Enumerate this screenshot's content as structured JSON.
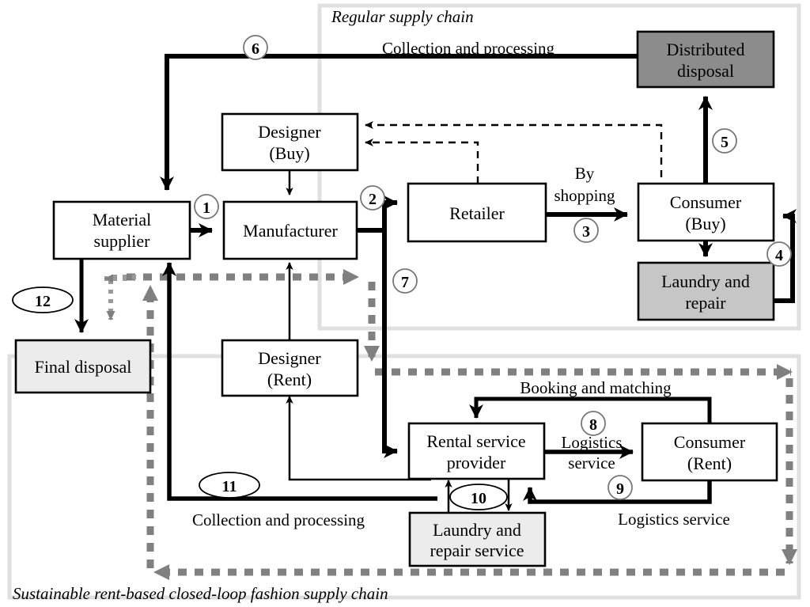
{
  "diagram": {
    "frames": [
      {
        "id": "regular",
        "title": "Regular supply chain"
      },
      {
        "id": "rental",
        "title": "Sustainable rent-based closed-loop fashion supply chain"
      }
    ],
    "nodes": [
      {
        "id": "material-supplier",
        "line1": "Material",
        "line2": "supplier",
        "fill": "#ffffff"
      },
      {
        "id": "manufacturer",
        "line1": "Manufacturer",
        "line2": "",
        "fill": "#ffffff"
      },
      {
        "id": "designer-buy",
        "line1": "Designer",
        "line2": "(Buy)",
        "fill": "#ffffff"
      },
      {
        "id": "retailer",
        "line1": "Retailer",
        "line2": "",
        "fill": "#ffffff"
      },
      {
        "id": "consumer-buy",
        "line1": "Consumer",
        "line2": "(Buy)",
        "fill": "#ffffff"
      },
      {
        "id": "distributed-disposal",
        "line1": "Distributed",
        "line2": "disposal",
        "fill": "#8c8c8c"
      },
      {
        "id": "laundry-repair",
        "line1": "Laundry and",
        "line2": "repair",
        "fill": "#c6c6c6"
      },
      {
        "id": "final-disposal",
        "line1": "Final disposal",
        "line2": "",
        "fill": "#ececec"
      },
      {
        "id": "designer-rent",
        "line1": "Designer",
        "line2": "(Rent)",
        "fill": "#ffffff"
      },
      {
        "id": "rental-service",
        "line1": "Rental service",
        "line2": "provider",
        "fill": "#ffffff"
      },
      {
        "id": "consumer-rent",
        "line1": "Consumer",
        "line2": "(Rent)",
        "fill": "#ffffff"
      },
      {
        "id": "laundry-repair-svc",
        "line1": "Laundry and",
        "line2": "repair service",
        "fill": "#ececec"
      }
    ],
    "edge_labels": [
      {
        "id": "collection-processing-top",
        "text": "Collection and processing"
      },
      {
        "id": "by-shopping-1",
        "text": "By"
      },
      {
        "id": "by-shopping-2",
        "text": "shopping"
      },
      {
        "id": "booking-and-matching",
        "text": "Booking and matching"
      },
      {
        "id": "logistics-service-1",
        "text": "Logistics"
      },
      {
        "id": "logistics-service-2",
        "text": "service"
      },
      {
        "id": "logistics-service-bottom",
        "text": "Logistics service"
      },
      {
        "id": "collection-processing-bottom",
        "text": "Collection and processing"
      }
    ],
    "flow_numbers": [
      {
        "id": "n1",
        "label": "1",
        "shape": "circle"
      },
      {
        "id": "n2",
        "label": "2",
        "shape": "circle"
      },
      {
        "id": "n3",
        "label": "3",
        "shape": "circle"
      },
      {
        "id": "n4",
        "label": "4",
        "shape": "circle"
      },
      {
        "id": "n5",
        "label": "5",
        "shape": "circle"
      },
      {
        "id": "n6",
        "label": "6",
        "shape": "circle"
      },
      {
        "id": "n7",
        "label": "7",
        "shape": "circle"
      },
      {
        "id": "n8",
        "label": "8",
        "shape": "circle"
      },
      {
        "id": "n9",
        "label": "9",
        "shape": "circle"
      },
      {
        "id": "n10",
        "label": "10",
        "shape": "ellipse"
      },
      {
        "id": "n11",
        "label": "11",
        "shape": "ellipse"
      },
      {
        "id": "n12",
        "label": "12",
        "shape": "ellipse"
      }
    ],
    "colors": {
      "frame": "#e0e0e0",
      "dotted_gray": "#808080",
      "dark_gray_fill": "#8c8c8c",
      "mid_gray_fill": "#c6c6c6",
      "light_gray_fill": "#ececec",
      "stroke": "#000000"
    }
  }
}
